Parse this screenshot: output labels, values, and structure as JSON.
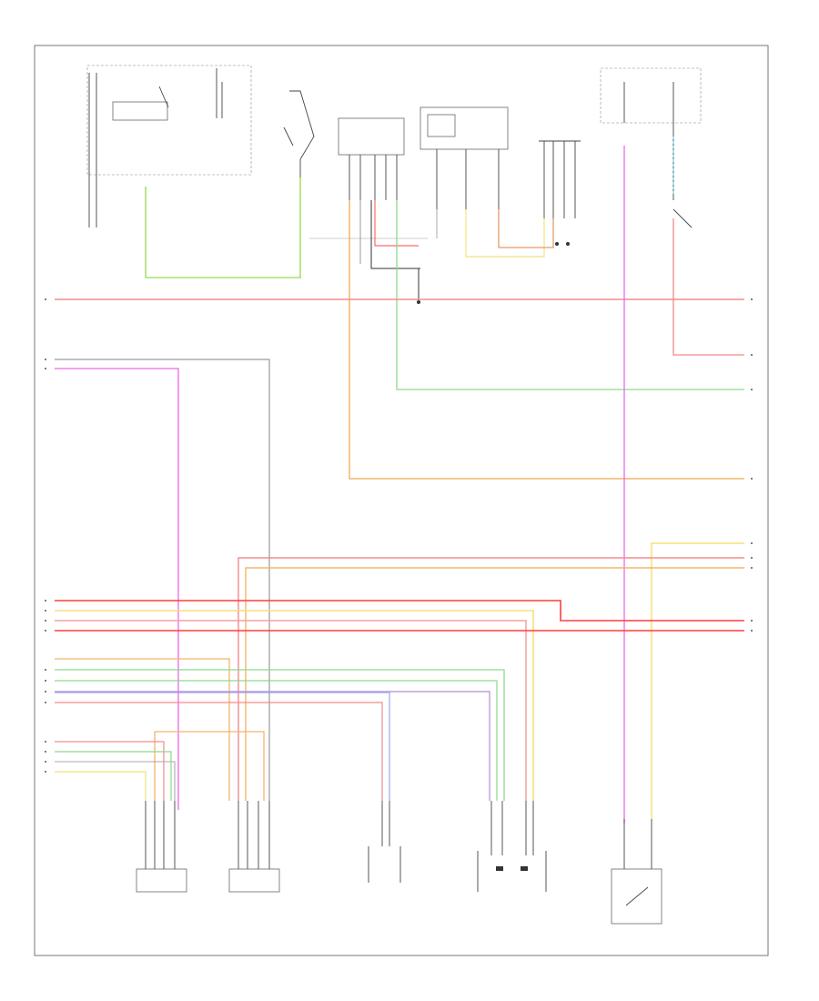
{
  "diagram": {
    "figure_code": "",
    "top_components": [
      {
        "id": "fuse-box-left",
        "label": ""
      },
      {
        "id": "instrument-cluster",
        "label": ""
      },
      {
        "id": "pcm",
        "label": ""
      },
      {
        "id": "fuse-box-right",
        "label": ""
      }
    ],
    "bottom_components": [
      {
        "id": "sensor-1",
        "label": ""
      },
      {
        "id": "sensor-2",
        "label": ""
      },
      {
        "id": "sensor-3",
        "label": ""
      },
      {
        "id": "sensor-4",
        "label": ""
      },
      {
        "id": "switch-5",
        "label": ""
      }
    ]
  },
  "colors": {
    "pink_red": "#f58a8a",
    "red": "#ff3d3d",
    "orange": "#f4b56a",
    "yellow": "#f4e27a",
    "green": "#8cd98c",
    "lime": "#a8e06a",
    "magenta": "#ee66ee",
    "gray": "#9a9a9a",
    "blue": "#9aa8f0",
    "purple": "#b58ad8",
    "black": "#333333"
  }
}
